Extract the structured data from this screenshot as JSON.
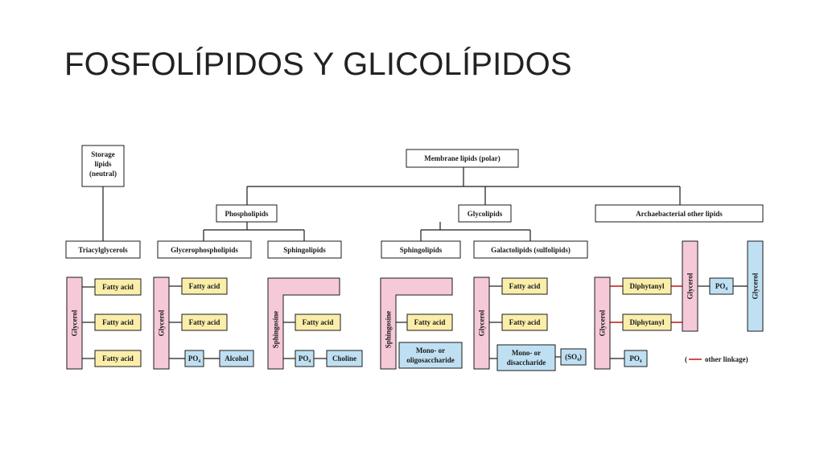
{
  "slide": {
    "title": "FOSFOLÍPIDOS Y GLICOLÍPIDOS"
  },
  "colors": {
    "pink": "#f6c9d8",
    "yellow": "#fbeeaa",
    "blue": "#bfe0f2",
    "white": "#ffffff",
    "line": "#1a1a1a",
    "other_linkage": "#cc1f1f"
  },
  "labels": {
    "storage_lipids": [
      "Storage",
      "lipids",
      "(neutral)"
    ],
    "membrane_lipids": "Membrane lipids (polar)",
    "phospholipids": "Phospholipids",
    "glycolipids": "Glycolipids",
    "archaebacterial": "Archaebacterial other lipids",
    "triacylglycerols": "Triacylglycerols",
    "glycerophospholipids": "Glycerophospholipids",
    "sphingolipids_1": "Sphingolipids",
    "sphingolipids_2": "Sphingolipids",
    "galactolipids": "Galactolipids (sulfolipids)",
    "glycerol": "Glycerol",
    "sphingosine": "Sphingosine",
    "fatty_acid": "Fatty acid",
    "po4": "PO₄",
    "alcohol": "Alcohol",
    "choline": "Choline",
    "mono_oligo": [
      "Mono- or",
      "oligosaccharide"
    ],
    "mono_di": [
      "Mono- or",
      "disaccharide"
    ],
    "so4": "(SO₄)",
    "diphytanyl": "Diphytanyl",
    "other_linkage": "other linkage)",
    "other_linkage_open": "("
  }
}
